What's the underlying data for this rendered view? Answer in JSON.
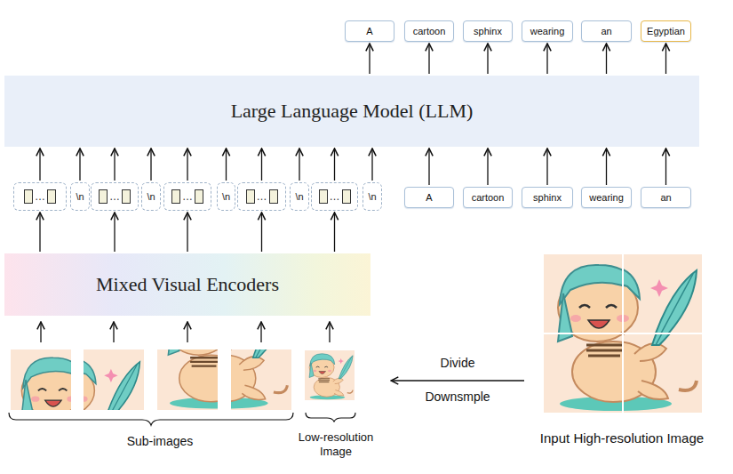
{
  "diagram": {
    "nodes": [
      {
        "text": [
          "A"
        ]
      },
      {
        "text": [
          "cartoon"
        ]
      },
      {
        "text": [
          "sphinx"
        ]
      },
      {
        "text": [
          "wearing"
        ]
      },
      {
        "text": [
          "an"
        ]
      },
      {
        "text": [
          "Egyptian"
        ]
      },
      {
        "text": [
          "Large Language Model (LLM)"
        ]
      },
      {
        "text": [
          "…"
        ]
      },
      {
        "text": [
          "\\n"
        ]
      },
      {
        "text": [
          "…"
        ]
      },
      {
        "text": [
          "\\n"
        ]
      },
      {
        "text": [
          "…"
        ]
      },
      {
        "text": [
          "\\n"
        ]
      },
      {
        "text": [
          "…"
        ]
      },
      {
        "text": [
          "\\n"
        ]
      },
      {
        "text": [
          "…"
        ]
      },
      {
        "text": [
          "\\n"
        ]
      },
      {
        "text": [
          "A"
        ]
      },
      {
        "text": [
          "cartoon"
        ]
      },
      {
        "text": [
          "sphinx"
        ]
      },
      {
        "text": [
          "wearing"
        ]
      },
      {
        "text": [
          "an"
        ]
      },
      {
        "text": [
          "Mixed Visual Encoders"
        ]
      }
    ],
    "edges": [
      {
        "from": 6,
        "to": 0,
        "arrow": "to"
      },
      {
        "from": 6,
        "to": 1,
        "arrow": "to"
      },
      {
        "from": 6,
        "to": 2,
        "arrow": "to"
      },
      {
        "from": 6,
        "to": 3,
        "arrow": "to"
      },
      {
        "from": 6,
        "to": 4,
        "arrow": "to"
      },
      {
        "from": 6,
        "to": 5,
        "arrow": "to"
      },
      {
        "from": 7,
        "to": 6,
        "arrow": "to"
      },
      {
        "from": 8,
        "to": 6,
        "arrow": "to"
      },
      {
        "from": 9,
        "to": 6,
        "arrow": "to"
      },
      {
        "from": 10,
        "to": 6,
        "arrow": "to"
      },
      {
        "from": 11,
        "to": 6,
        "arrow": "to"
      },
      {
        "from": 12,
        "to": 6,
        "arrow": "to"
      },
      {
        "from": 13,
        "to": 6,
        "arrow": "to"
      },
      {
        "from": 14,
        "to": 6,
        "arrow": "to"
      },
      {
        "from": 15,
        "to": 6,
        "arrow": "to"
      },
      {
        "from": 16,
        "to": 6,
        "arrow": "to"
      },
      {
        "from": 17,
        "to": 6,
        "arrow": "to"
      },
      {
        "from": 18,
        "to": 6,
        "arrow": "to"
      },
      {
        "from": 19,
        "to": 6,
        "arrow": "to"
      },
      {
        "from": 20,
        "to": 6,
        "arrow": "to"
      },
      {
        "from": 21,
        "to": 6,
        "arrow": "to"
      },
      {
        "from": 22,
        "to": 7,
        "arrow": "to"
      },
      {
        "from": 22,
        "to": 9,
        "arrow": "to"
      },
      {
        "from": 22,
        "to": 11,
        "arrow": "to"
      },
      {
        "from": 22,
        "to": 13,
        "arrow": "to"
      },
      {
        "from": 22,
        "to": 15,
        "arrow": "to"
      }
    ],
    "labels": [
      "Divide",
      "Downsmple",
      "Sub-images",
      "Low-resolution Image",
      "Input High-resolution Image"
    ]
  }
}
